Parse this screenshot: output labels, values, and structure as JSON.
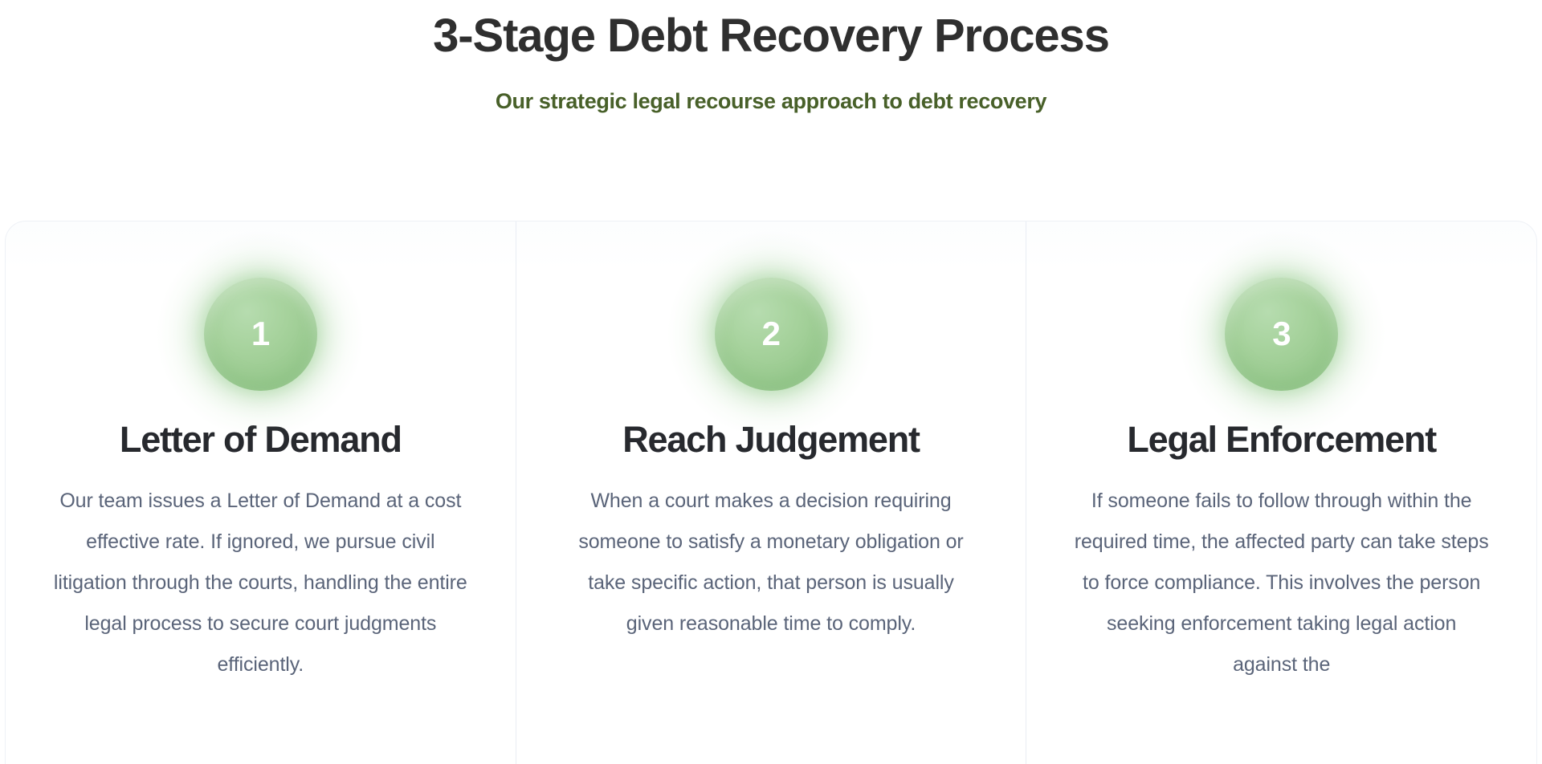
{
  "header": {
    "title": "3-Stage Debt Recovery Process",
    "subtitle": "Our strategic legal recourse approach to debt recovery",
    "title_color": "#2f2f2f",
    "subtitle_color": "#486029"
  },
  "theme": {
    "background": "#ffffff",
    "badge_green": "#9ccd91",
    "badge_glow": "#8cc881",
    "body_text": "#5a6479",
    "heading_text": "#27292e",
    "divider": "#e9edf4"
  },
  "stages": [
    {
      "number": "1",
      "title": "Letter of Demand",
      "body": "Our team issues a Letter of Demand at a cost effective rate. If ignored, we pursue civil litigation through the courts, handling the entire legal process to secure court judgments efficiently."
    },
    {
      "number": "2",
      "title": "Reach Judgement",
      "body": "When a court makes a decision requiring someone to satisfy a monetary obligation or take specific action, that person is usually given reasonable time to comply."
    },
    {
      "number": "3",
      "title": "Legal Enforcement",
      "body": "If someone fails to follow through within the required time, the affected party can take steps to force compliance. This involves the person seeking enforcement taking legal action against the"
    }
  ]
}
